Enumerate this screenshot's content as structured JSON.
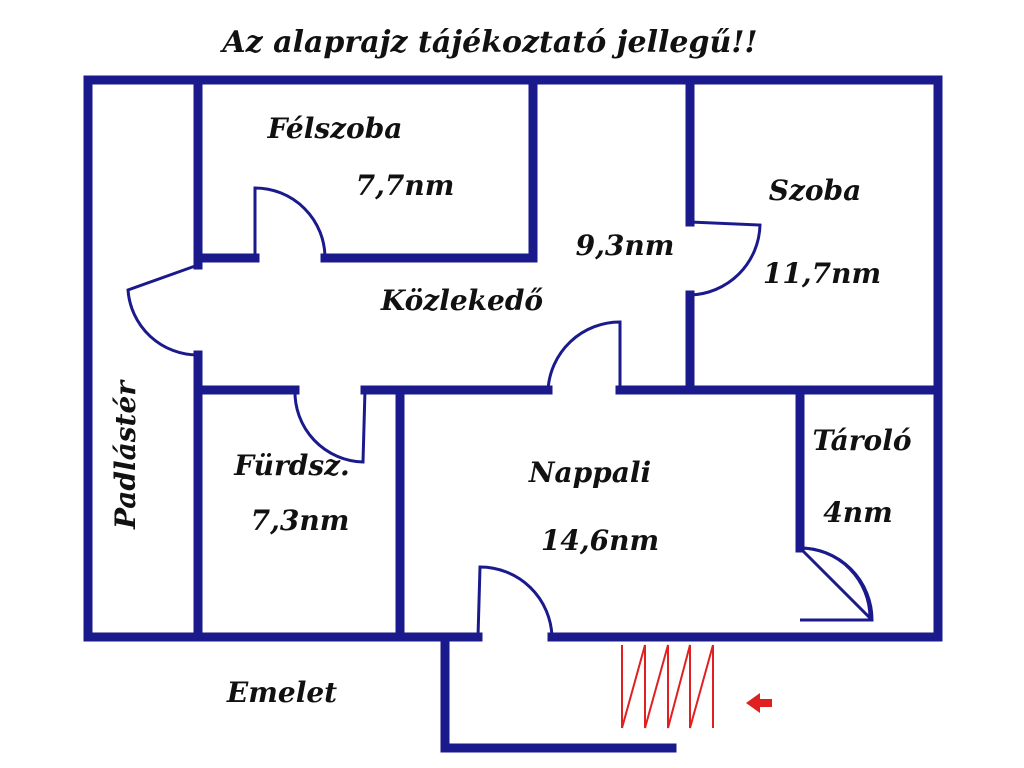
{
  "title": "Az alaprajz tájékoztató jellegű!!",
  "colors": {
    "wall": "#1a1a8c",
    "stair": "#e02020",
    "arrow": "#e02020",
    "text": "#111111"
  },
  "rooms": {
    "felszoba": {
      "name": "Félszoba",
      "area": "7,7nm"
    },
    "kozlekedo": {
      "name": "Közlekedő",
      "area": "9,3nm"
    },
    "szoba": {
      "name": "Szoba",
      "area": "11,7nm"
    },
    "padlaster": {
      "name": "Padlástér"
    },
    "furdo": {
      "name": "Fürdsz.",
      "area": "7,3nm"
    },
    "nappali": {
      "name": "Nappali",
      "area": "14,6nm"
    },
    "tarolo": {
      "name": "Tároló",
      "area": "4nm"
    }
  },
  "emelet": "Emelet",
  "icons": {
    "arrow": "red-left-arrow-icon",
    "stairs": "staircase-zigzag-icon"
  }
}
